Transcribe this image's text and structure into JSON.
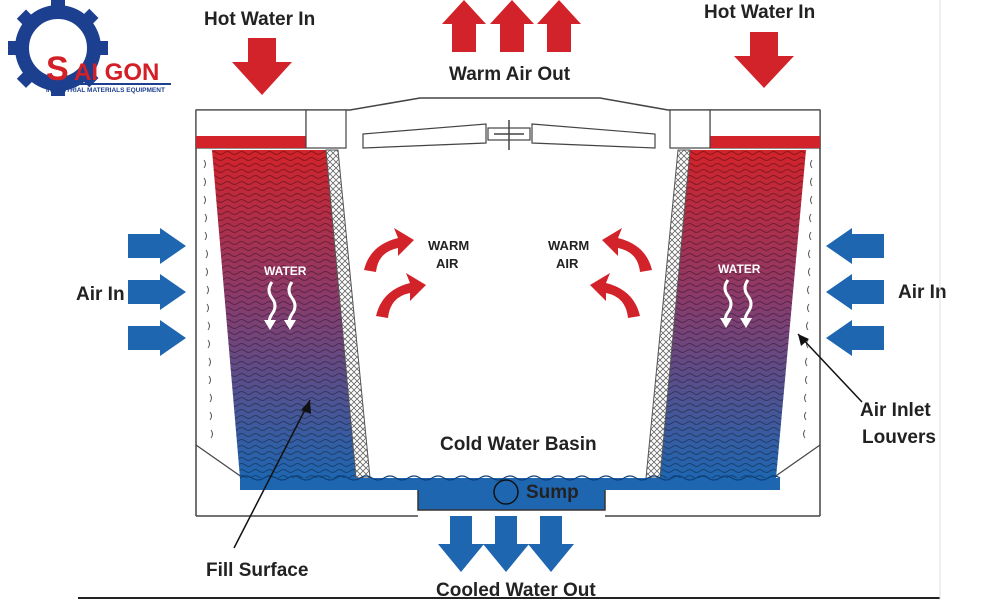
{
  "logo": {
    "brand_letter": "S",
    "brand_rest": "AI GON",
    "subtitle": "INDUSTRIAL MATERIALS EQUIPMENT",
    "colors": {
      "red": "#d32027",
      "blue": "#1d3f8f",
      "gear": "#1d3f8f"
    }
  },
  "labels": {
    "hot_water_in_left": "Hot Water In",
    "hot_water_in_right": "Hot Water In",
    "warm_air_out": "Warm Air Out",
    "air_in_left": "Air In",
    "air_in_right": "Air In",
    "warm_air_left_1": "WARM",
    "warm_air_left_2": "AIR",
    "warm_air_right_1": "WARM",
    "warm_air_right_2": "AIR",
    "water_left": "WATER",
    "water_right": "WATER",
    "cold_water_basin": "Cold Water Basin",
    "sump": "Sump",
    "fill_surface": "Fill Surface",
    "air_inlet_louvers_1": "Air Inlet",
    "air_inlet_louvers_2": "Louvers",
    "cooled_water_out": "Cooled Water Out"
  },
  "colors": {
    "hot": "#d2232a",
    "cold": "#1f66b1",
    "arrow_red": "#d2232a",
    "arrow_blue": "#1f66b1",
    "outline": "#333333"
  },
  "icons": [
    "gear-icon",
    "fan-icon",
    "water-flow-icon"
  ]
}
